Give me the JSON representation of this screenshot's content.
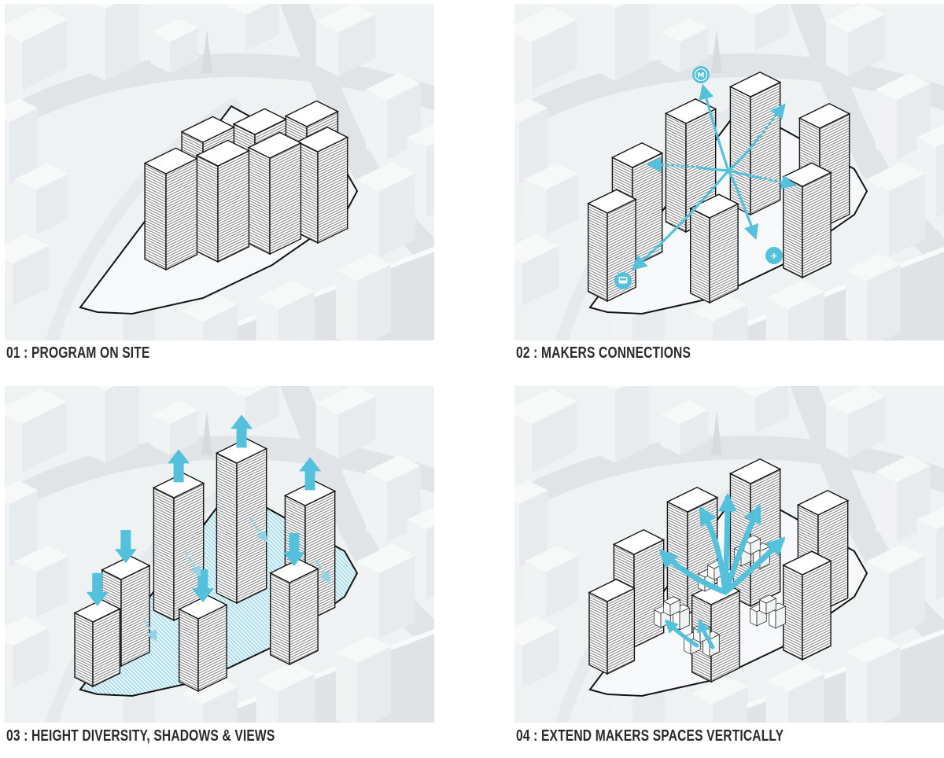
{
  "colors": {
    "accent": "#54c1dc",
    "accent_soft": "#8fd3e7",
    "outline": "#141414",
    "caption_text": "#2b2b2b",
    "tower_hatch": "#4a4a4a",
    "site_hatch_line": "#8fd2e5",
    "site_hatch_bg": "#e9f6fb",
    "context_base": "#e9eced",
    "block_top": "#f4f6f7",
    "block_left": "#eaedf0",
    "block_right": "#dfe3e6",
    "road": "#d4d8db",
    "water": "#d2d7db"
  },
  "panels": [
    {
      "id": "01",
      "label": "01 : PROGRAM ON SITE"
    },
    {
      "id": "02",
      "label": "02 : MAKERS CONNECTIONS",
      "icons": [
        {
          "name": "metro-icon",
          "glyph": "M"
        },
        {
          "name": "bus-icon",
          "glyph": "bus"
        },
        {
          "name": "plane-icon",
          "glyph": "✈"
        }
      ]
    },
    {
      "id": "03",
      "label": "03 : HEIGHT DIVERSITY, SHADOWS & VIEWS"
    },
    {
      "id": "04",
      "label": "04 : EXTEND MAKERS SPACES VERTICALLY"
    }
  ]
}
